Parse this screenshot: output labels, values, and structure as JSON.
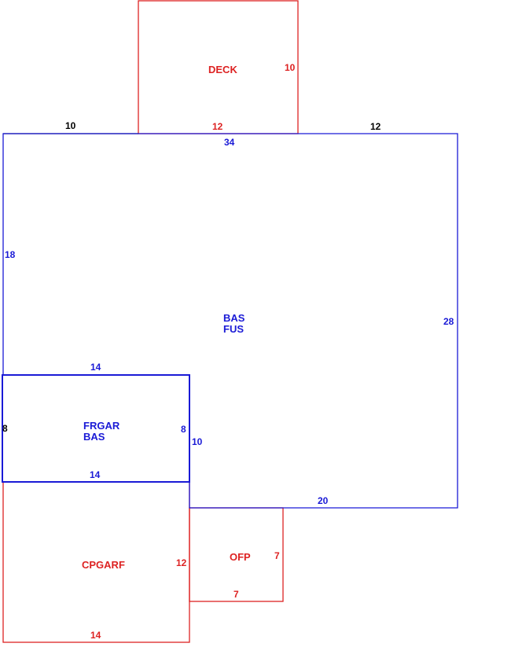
{
  "colors": {
    "red": "#dd2222",
    "blue": "#1a1ad6",
    "black": "#000000"
  },
  "areas": {
    "deck": "DECK",
    "bas_line1": "BAS",
    "bas_line2": "FUS",
    "frgar_line1": "FRGAR",
    "frgar_line2": "BAS",
    "cpgarf": "CPGARF",
    "ofp": "OFP"
  },
  "dimensions": {
    "deck_top_left": "10",
    "deck_bottom": "12",
    "deck_right": "10",
    "top_right_run": "12",
    "bas_top": "34",
    "bas_left": "18",
    "bas_right": "28",
    "frgar_top": "14",
    "frgar_left": "8",
    "frgar_right": "8",
    "frgar_bottom": "14",
    "bas_notch": "10",
    "bas_bottom": "20",
    "cpgarf_right": "12",
    "cpgarf_bottom": "14",
    "ofp_right": "7",
    "ofp_bottom": "7"
  }
}
